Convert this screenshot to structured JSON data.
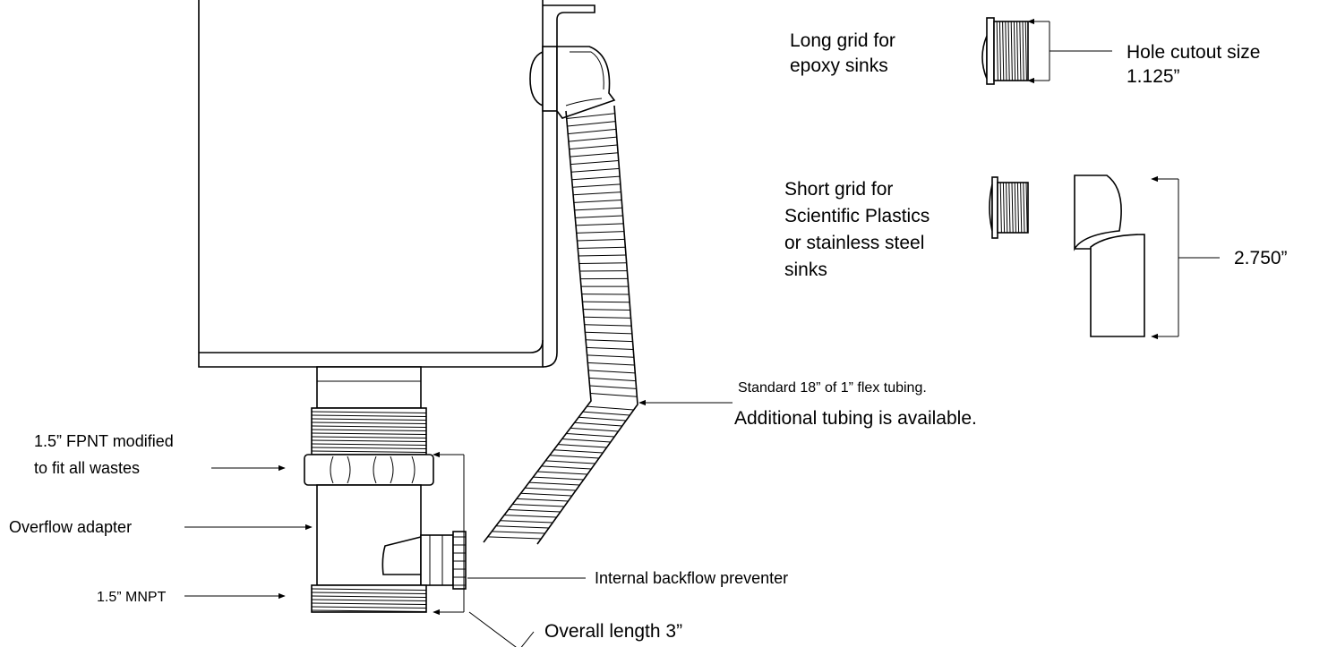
{
  "labels": {
    "long_grid": [
      "Long grid for",
      "epoxy sinks"
    ],
    "hole_cutout": [
      "Hole cutout size",
      "1.125”"
    ],
    "short_grid": [
      "Short grid for",
      "Scientific Plastics",
      "or stainless steel",
      "sinks"
    ],
    "overflow_height": "2.750”",
    "flex_tubing": [
      "Standard 18” of 1” flex tubing.",
      "Additional tubing is available."
    ],
    "fpnt": [
      "1.5” FPNT modified",
      "to fit all wastes"
    ],
    "overflow_adapter": "Overflow adapter",
    "mnpt": "1.5” MNPT",
    "backflow": "Internal backflow preventer",
    "overall_length": "Overall length 3”"
  }
}
